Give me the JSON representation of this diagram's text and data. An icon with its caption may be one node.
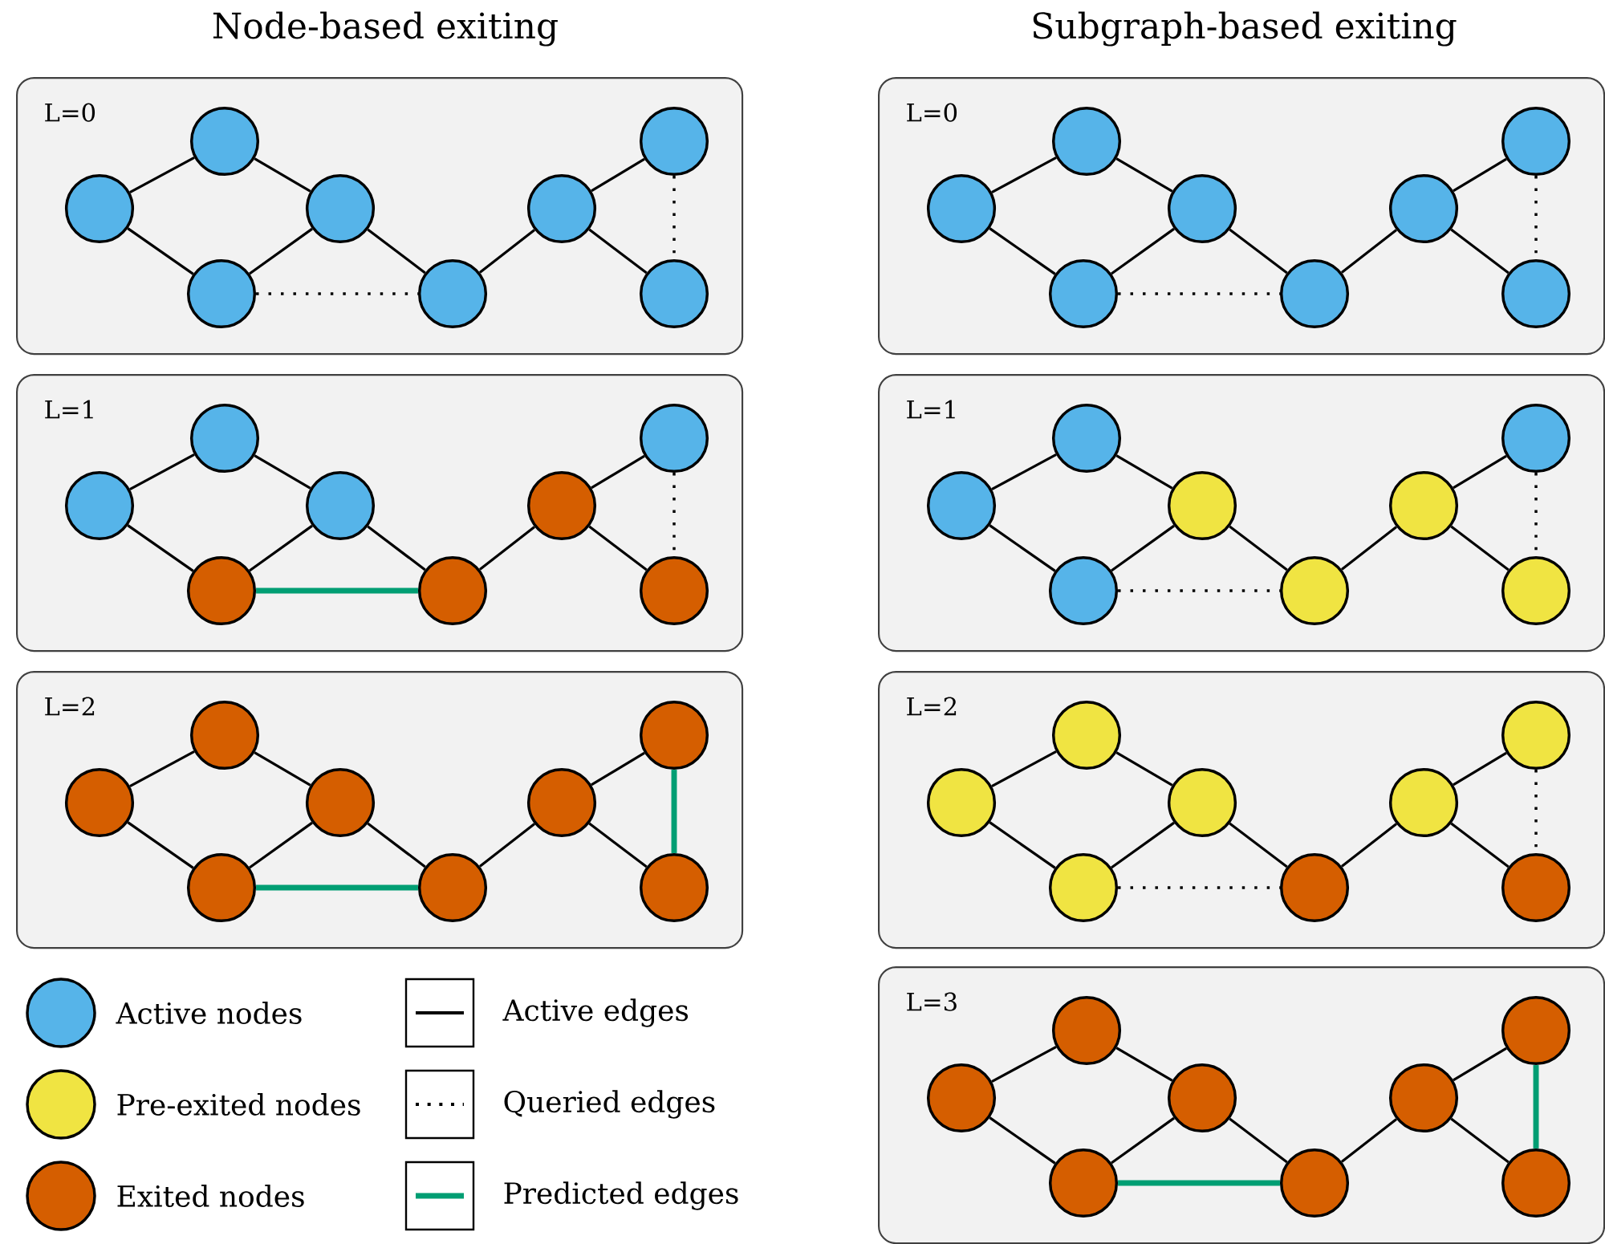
{
  "diagram": {
    "nodes": [
      {
        "text": [
          "L=0"
        ]
      },
      {
        "text": [],
        "shape": "circle",
        "in": 0
      },
      {
        "text": [],
        "shape": "circle",
        "in": 0
      },
      {
        "text": [],
        "shape": "circle",
        "in": 0
      },
      {
        "text": [],
        "shape": "circle",
        "in": 0
      },
      {
        "text": [],
        "shape": "circle",
        "in": 0
      },
      {
        "text": [],
        "shape": "circle",
        "in": 0
      },
      {
        "text": [],
        "shape": "circle",
        "in": 0
      },
      {
        "text": [],
        "shape": "circle",
        "in": 0
      },
      {
        "text": [
          "L=1"
        ]
      },
      {
        "text": [],
        "shape": "circle",
        "in": 9
      },
      {
        "text": [],
        "shape": "circle",
        "in": 9
      },
      {
        "text": [],
        "shape": "circle",
        "in": 9
      },
      {
        "text": [],
        "shape": "circle",
        "in": 9
      },
      {
        "text": [],
        "shape": "circle",
        "in": 9
      },
      {
        "text": [],
        "shape": "circle",
        "in": 9
      },
      {
        "text": [],
        "shape": "circle",
        "in": 9
      },
      {
        "text": [],
        "shape": "circle",
        "in": 9
      },
      {
        "text": [
          "L=2"
        ]
      },
      {
        "text": [],
        "shape": "circle",
        "in": 18
      },
      {
        "text": [],
        "shape": "circle",
        "in": 18
      },
      {
        "text": [],
        "shape": "circle",
        "in": 18
      },
      {
        "text": [],
        "shape": "circle",
        "in": 18
      },
      {
        "text": [],
        "shape": "circle",
        "in": 18
      },
      {
        "text": [],
        "shape": "circle",
        "in": 18
      },
      {
        "text": [],
        "shape": "circle",
        "in": 18
      },
      {
        "text": [],
        "shape": "circle",
        "in": 18
      },
      {
        "text": [
          "L=0"
        ]
      },
      {
        "text": [],
        "shape": "circle",
        "in": 27
      },
      {
        "text": [],
        "shape": "circle",
        "in": 27
      },
      {
        "text": [],
        "shape": "circle",
        "in": 27
      },
      {
        "text": [],
        "shape": "circle",
        "in": 27
      },
      {
        "text": [],
        "shape": "circle",
        "in": 27
      },
      {
        "text": [],
        "shape": "circle",
        "in": 27
      },
      {
        "text": [],
        "shape": "circle",
        "in": 27
      },
      {
        "text": [],
        "shape": "circle",
        "in": 27
      },
      {
        "text": [
          "L=1"
        ]
      },
      {
        "text": [],
        "shape": "circle",
        "in": 36
      },
      {
        "text": [],
        "shape": "circle",
        "in": 36
      },
      {
        "text": [],
        "shape": "circle",
        "in": 36
      },
      {
        "text": [],
        "shape": "circle",
        "in": 36
      },
      {
        "text": [],
        "shape": "circle",
        "in": 36
      },
      {
        "text": [],
        "shape": "circle",
        "in": 36
      },
      {
        "text": [],
        "shape": "circle",
        "in": 36
      },
      {
        "text": [],
        "shape": "circle",
        "in": 36
      },
      {
        "text": [
          "L=2"
        ]
      },
      {
        "text": [],
        "shape": "circle",
        "in": 45
      },
      {
        "text": [],
        "shape": "circle",
        "in": 45
      },
      {
        "text": [],
        "shape": "circle",
        "in": 45
      },
      {
        "text": [],
        "shape": "circle",
        "in": 45
      },
      {
        "text": [],
        "shape": "circle",
        "in": 45
      },
      {
        "text": [],
        "shape": "circle",
        "in": 45
      },
      {
        "text": [],
        "shape": "circle",
        "in": 45
      },
      {
        "text": [],
        "shape": "circle",
        "in": 45
      },
      {
        "text": [
          "L=3"
        ]
      },
      {
        "text": [],
        "shape": "circle",
        "in": 54
      },
      {
        "text": [],
        "shape": "circle",
        "in": 54
      },
      {
        "text": [],
        "shape": "circle",
        "in": 54
      },
      {
        "text": [],
        "shape": "circle",
        "in": 54
      },
      {
        "text": [],
        "shape": "circle",
        "in": 54
      },
      {
        "text": [],
        "shape": "circle",
        "in": 54
      },
      {
        "text": [],
        "shape": "circle",
        "in": 54
      },
      {
        "text": [],
        "shape": "circle",
        "in": 54
      }
    ],
    "edges": [
      {
        "from": 1,
        "to": 2,
        "arrow": "none"
      },
      {
        "from": 1,
        "to": 3,
        "arrow": "none"
      },
      {
        "from": 2,
        "to": 4,
        "arrow": "none"
      },
      {
        "from": 3,
        "to": 4,
        "arrow": "none"
      },
      {
        "from": 4,
        "to": 5,
        "arrow": "none"
      },
      {
        "from": 3,
        "to": 5,
        "arrow": "none",
        "style": "dashed"
      },
      {
        "from": 5,
        "to": 6,
        "arrow": "none"
      },
      {
        "from": 6,
        "to": 7,
        "arrow": "none"
      },
      {
        "from": 6,
        "to": 8,
        "arrow": "none"
      },
      {
        "from": 7,
        "to": 8,
        "arrow": "none",
        "style": "dashed"
      },
      {
        "from": 10,
        "to": 11,
        "arrow": "none"
      },
      {
        "from": 10,
        "to": 12,
        "arrow": "none"
      },
      {
        "from": 11,
        "to": 13,
        "arrow": "none"
      },
      {
        "from": 12,
        "to": 13,
        "arrow": "none"
      },
      {
        "from": 13,
        "to": 14,
        "arrow": "none"
      },
      {
        "from": 12,
        "to": 14,
        "arrow": "none",
        "style": "thick",
        "color": "#009e73"
      },
      {
        "from": 14,
        "to": 15,
        "arrow": "none"
      },
      {
        "from": 15,
        "to": 16,
        "arrow": "none"
      },
      {
        "from": 15,
        "to": 17,
        "arrow": "none"
      },
      {
        "from": 16,
        "to": 17,
        "arrow": "none",
        "style": "dashed"
      },
      {
        "from": 19,
        "to": 20,
        "arrow": "none"
      },
      {
        "from": 19,
        "to": 21,
        "arrow": "none"
      },
      {
        "from": 20,
        "to": 22,
        "arrow": "none"
      },
      {
        "from": 21,
        "to": 22,
        "arrow": "none"
      },
      {
        "from": 22,
        "to": 23,
        "arrow": "none"
      },
      {
        "from": 21,
        "to": 23,
        "arrow": "none",
        "style": "thick",
        "color": "#009e73"
      },
      {
        "from": 23,
        "to": 24,
        "arrow": "none"
      },
      {
        "from": 24,
        "to": 25,
        "arrow": "none"
      },
      {
        "from": 24,
        "to": 26,
        "arrow": "none"
      },
      {
        "from": 25,
        "to": 26,
        "arrow": "none",
        "style": "thick",
        "color": "#009e73"
      },
      {
        "from": 28,
        "to": 29,
        "arrow": "none"
      },
      {
        "from": 28,
        "to": 30,
        "arrow": "none"
      },
      {
        "from": 29,
        "to": 31,
        "arrow": "none"
      },
      {
        "from": 30,
        "to": 31,
        "arrow": "none"
      },
      {
        "from": 31,
        "to": 32,
        "arrow": "none"
      },
      {
        "from": 30,
        "to": 32,
        "arrow": "none",
        "style": "dashed"
      },
      {
        "from": 32,
        "to": 33,
        "arrow": "none"
      },
      {
        "from": 33,
        "to": 34,
        "arrow": "none"
      },
      {
        "from": 33,
        "to": 35,
        "arrow": "none"
      },
      {
        "from": 34,
        "to": 35,
        "arrow": "none",
        "style": "dashed"
      },
      {
        "from": 37,
        "to": 38,
        "arrow": "none"
      },
      {
        "from": 37,
        "to": 39,
        "arrow": "none"
      },
      {
        "from": 38,
        "to": 40,
        "arrow": "none"
      },
      {
        "from": 39,
        "to": 40,
        "arrow": "none"
      },
      {
        "from": 40,
        "to": 41,
        "arrow": "none"
      },
      {
        "from": 39,
        "to": 41,
        "arrow": "none",
        "style": "dashed"
      },
      {
        "from": 41,
        "to": 42,
        "arrow": "none"
      },
      {
        "from": 42,
        "to": 43,
        "arrow": "none"
      },
      {
        "from": 42,
        "to": 44,
        "arrow": "none"
      },
      {
        "from": 43,
        "to": 44,
        "arrow": "none",
        "style": "dashed"
      },
      {
        "from": 46,
        "to": 47,
        "arrow": "none"
      },
      {
        "from": 46,
        "to": 48,
        "arrow": "none"
      },
      {
        "from": 47,
        "to": 49,
        "arrow": "none"
      },
      {
        "from": 48,
        "to": 49,
        "arrow": "none"
      },
      {
        "from": 49,
        "to": 50,
        "arrow": "none"
      },
      {
        "from": 48,
        "to": 50,
        "arrow": "none",
        "style": "dashed"
      },
      {
        "from": 50,
        "to": 51,
        "arrow": "none"
      },
      {
        "from": 51,
        "to": 52,
        "arrow": "none"
      },
      {
        "from": 51,
        "to": 53,
        "arrow": "none"
      },
      {
        "from": 52,
        "to": 53,
        "arrow": "none",
        "style": "dashed"
      },
      {
        "from": 55,
        "to": 56,
        "arrow": "none"
      },
      {
        "from": 55,
        "to": 57,
        "arrow": "none"
      },
      {
        "from": 56,
        "to": 58,
        "arrow": "none"
      },
      {
        "from": 57,
        "to": 58,
        "arrow": "none"
      },
      {
        "from": 58,
        "to": 59,
        "arrow": "none"
      },
      {
        "from": 57,
        "to": 59,
        "arrow": "none",
        "style": "thick",
        "color": "#009e73"
      },
      {
        "from": 59,
        "to": 60,
        "arrow": "none"
      },
      {
        "from": 60,
        "to": 61,
        "arrow": "none"
      },
      {
        "from": 60,
        "to": 62,
        "arrow": "none"
      },
      {
        "from": 61,
        "to": 62,
        "arrow": "none",
        "style": "thick",
        "color": "#009e73"
      }
    ],
    "labels": [
      "Node-based exiting",
      "Subgraph-based exiting"
    ],
    "legend": [
      {
        "text": "Active nodes",
        "color": "#56b4e9"
      },
      {
        "text": "Pre-exited nodes",
        "color": "#f0e442"
      },
      {
        "text": "Exited nodes",
        "color": "#d55e00"
      },
      {
        "text": "Active edges"
      },
      {
        "text": "Queried edges"
      },
      {
        "text": "Predicted edges"
      }
    ]
  }
}
